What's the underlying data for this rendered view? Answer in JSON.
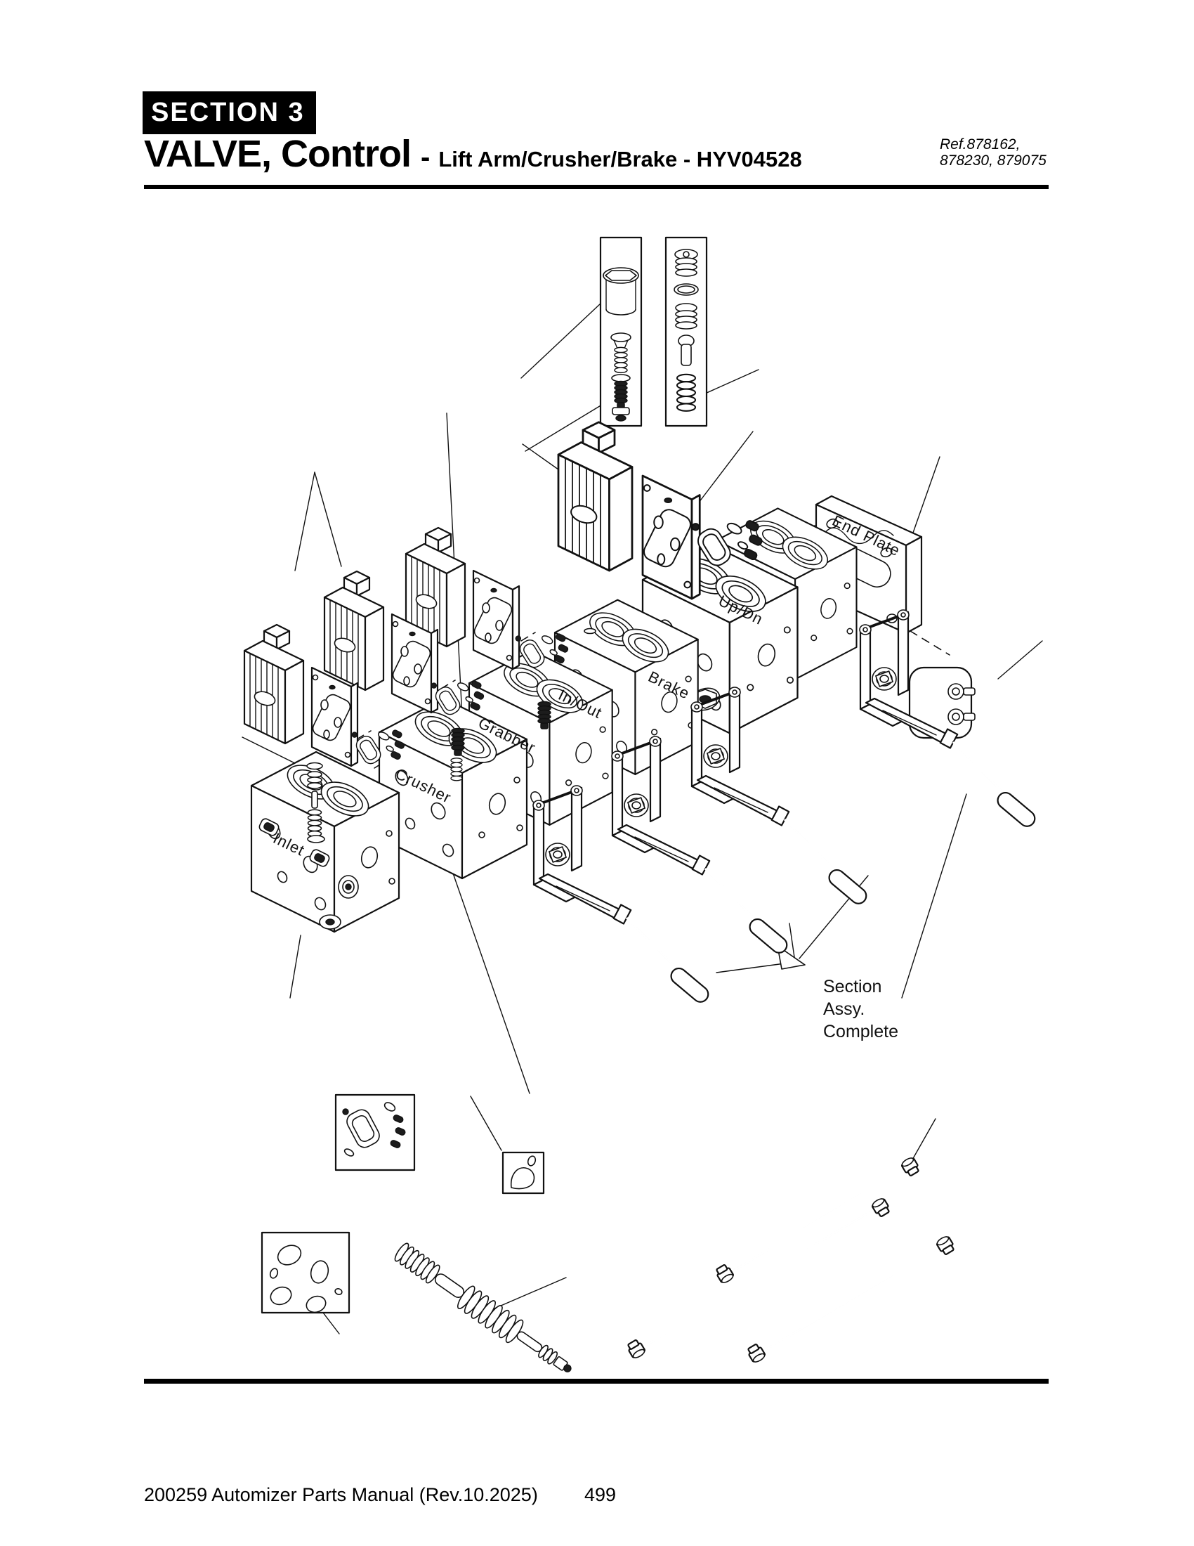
{
  "header": {
    "section_label": "SECTION 3",
    "title": "VALVE, Control",
    "dash": "-",
    "subtitle": "Lift Arm/Crusher/Brake - HYV04528",
    "ref_line1": "Ref.878162,",
    "ref_line2": "878230, 879075"
  },
  "diagram": {
    "labels": {
      "end_plate": "End Plate",
      "up_dn": "Up/Dn",
      "brake": "Brake",
      "in_out": "In/Out",
      "grabber": "Grabber",
      "crusher": "Crusher",
      "inlet": "Inlet"
    },
    "annotation": {
      "line1": "Section",
      "line2": "Assy.",
      "line3": "Complete"
    }
  },
  "footer": {
    "manual": "200259 Automizer Parts Manual (Rev.10.2025)",
    "page_number": "499"
  }
}
